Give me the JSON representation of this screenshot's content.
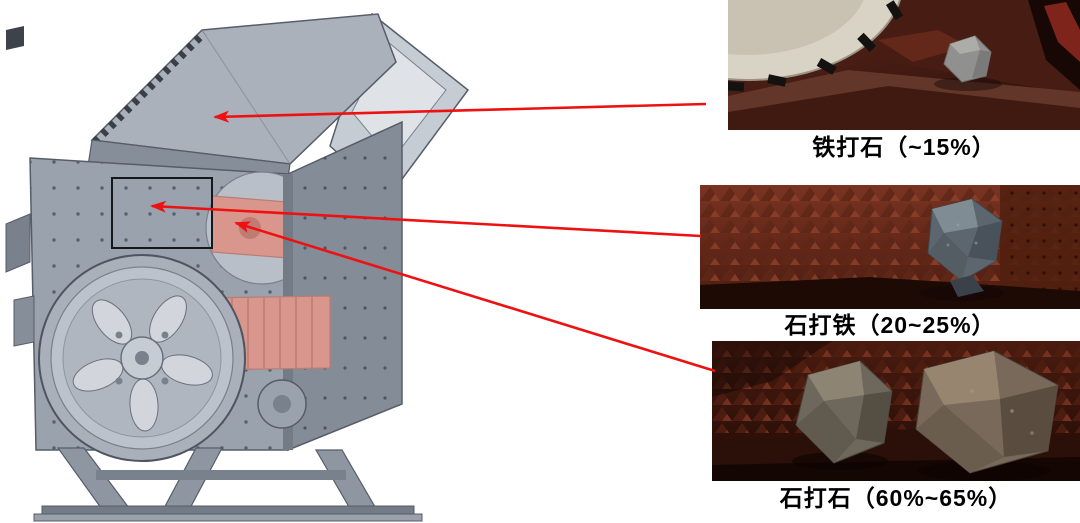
{
  "page": {
    "background": "#ffffff",
    "kind": "crusher-wear-mechanism-diagram"
  },
  "machine": {
    "name": "impact-crusher-3d-cad-model",
    "body_color": "#9aa2ae",
    "rotor_color": "#d8968c",
    "highlight_box_color": "#15181d"
  },
  "arrows": {
    "color": "#ee1111",
    "count": 3
  },
  "insets": [
    {
      "id": "iron-on-stone",
      "caption": "铁打石（~15%）"
    },
    {
      "id": "stone-on-iron",
      "caption": "石打铁（20~25%）"
    },
    {
      "id": "stone-on-stone",
      "caption": "石打石（60%~65%）"
    }
  ]
}
